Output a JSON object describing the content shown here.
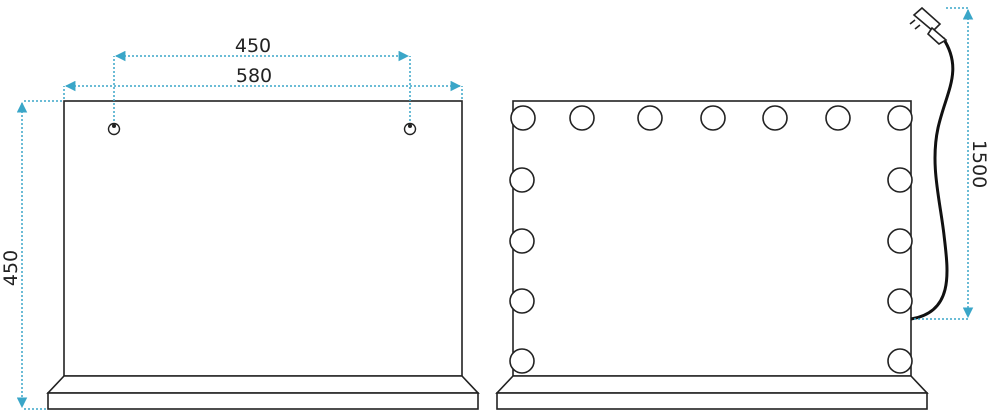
{
  "dimensions": {
    "hole_spacing": "450",
    "mirror_width": "580",
    "mirror_height": "450",
    "cable_length": "1500"
  },
  "colors": {
    "outline": "#222222",
    "dimension_line": "#3aa6c8"
  }
}
